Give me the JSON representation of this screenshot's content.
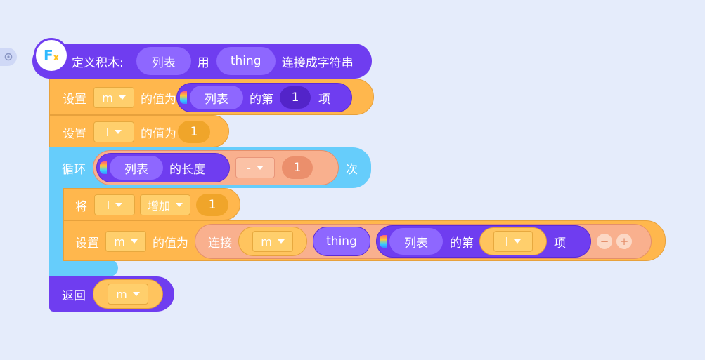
{
  "define": {
    "label": "定义积木:",
    "param1": "列表",
    "mid": "用",
    "param2": "thing",
    "tail": "连接成字符串"
  },
  "row1": {
    "set": "设置",
    "var": "m",
    "value_of": "的值为",
    "list": "列表",
    "item_of": "的第",
    "index": "1",
    "item": "项"
  },
  "row2": {
    "set": "设置",
    "var": "l",
    "value_of": "的值为",
    "value": "1"
  },
  "loop": {
    "label": "循环",
    "list": "列表",
    "length": "的长度",
    "op": "-",
    "num": "1",
    "times": "次"
  },
  "inc": {
    "label": "将",
    "var": "l",
    "op": "增加",
    "value": "1"
  },
  "row3": {
    "set": "设置",
    "var": "m",
    "value_of": "的值为",
    "join": "连接",
    "join_var": "m",
    "thing": "thing",
    "list": "列表",
    "item_of": "的第",
    "index_var": "l",
    "item": "项",
    "minus": "−",
    "plus": "+"
  },
  "ret": {
    "label": "返回",
    "var": "m"
  },
  "colors": {
    "purple": "#6f3df0",
    "orange": "#ffb74d",
    "cyan": "#66cdfb",
    "salmon": "#f9b08e"
  }
}
